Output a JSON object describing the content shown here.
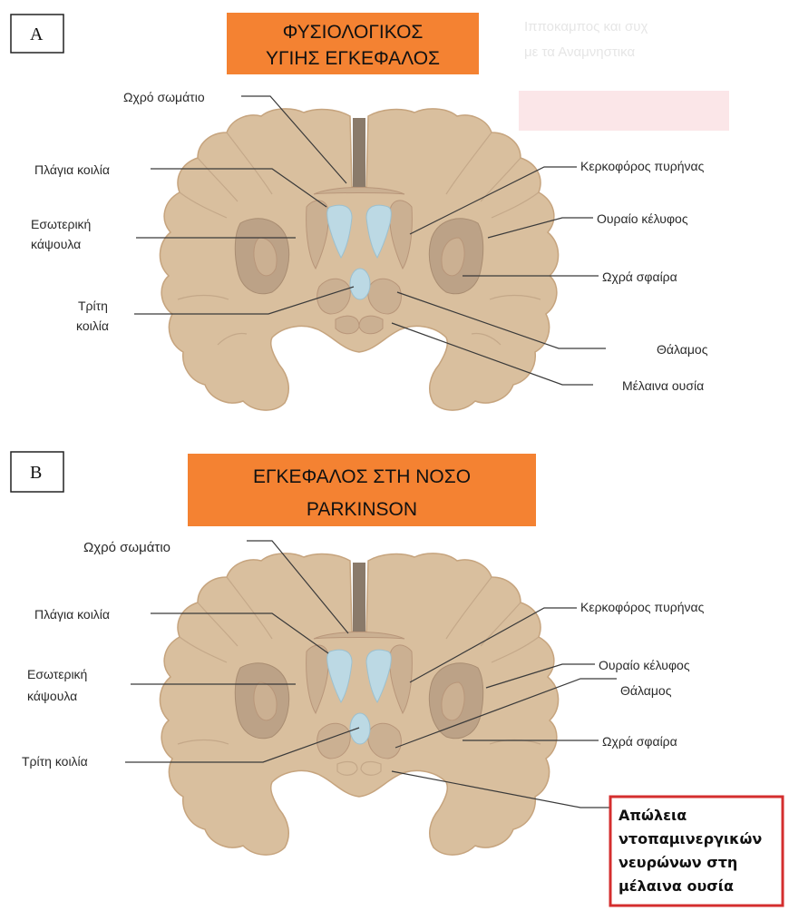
{
  "panel_a": {
    "letter": "A",
    "title_line1": "ΦΥΣΙΟΛΟΓΙΚΟΣ",
    "title_line2": "ΥΓΙΗΣ ΕΓΚΕΦΑΛΟΣ",
    "labels": {
      "corpus_callosum": "Ωχρό σωμάτιο",
      "lateral_ventricle": "Πλάγια κοιλία",
      "internal_capsule_line1": "Εσωτερική",
      "internal_capsule_line2": "κάψουλα",
      "third_ventricle_line1": "Τρίτη",
      "third_ventricle_line2": "κοιλία",
      "caudate_nucleus": "Κερκοφόρος πυρήνας",
      "putamen": "Ουραίο κέλυφος",
      "globus_pallidus": "Ωχρά σφαίρα",
      "thalamus": "Θάλαμος",
      "substantia_nigra": "Μέλαινα ουσία"
    },
    "background_text_line1": "Ιπποκαμπος και συχ",
    "background_text_line2": "με τα Αναμνηστικα"
  },
  "panel_b": {
    "letter": "B",
    "title_line1": "ΕΓΚΕΦΑΛΟΣ ΣΤΗ ΝΟΣΟ",
    "title_line2": "PARKINSON",
    "labels": {
      "corpus_callosum": "Ωχρό σωμάτιο",
      "lateral_ventricle": "Πλάγια κοιλία",
      "internal_capsule_line1": "Εσωτερική",
      "internal_capsule_line2": "κάψουλα",
      "third_ventricle": "Τρίτη κοιλία",
      "caudate_nucleus": "Κερκοφόρος πυρήνας",
      "putamen": "Ουραίο κέλυφος",
      "thalamus": "Θάλαμος",
      "globus_pallidus": "Ωχρά σφαίρα"
    },
    "callout_lines": [
      "Απώλεια",
      "ντοπαμινεργικών",
      "νευρώνων στη",
      "μέλαινα ουσία"
    ]
  },
  "colors": {
    "title_fill": "#f48232",
    "brain_fill": "#d9bf9e",
    "ventricle_fill": "#bcd9e4",
    "callout_border": "#d42e2e"
  },
  "icons": [
    "coronal-brain-section"
  ]
}
